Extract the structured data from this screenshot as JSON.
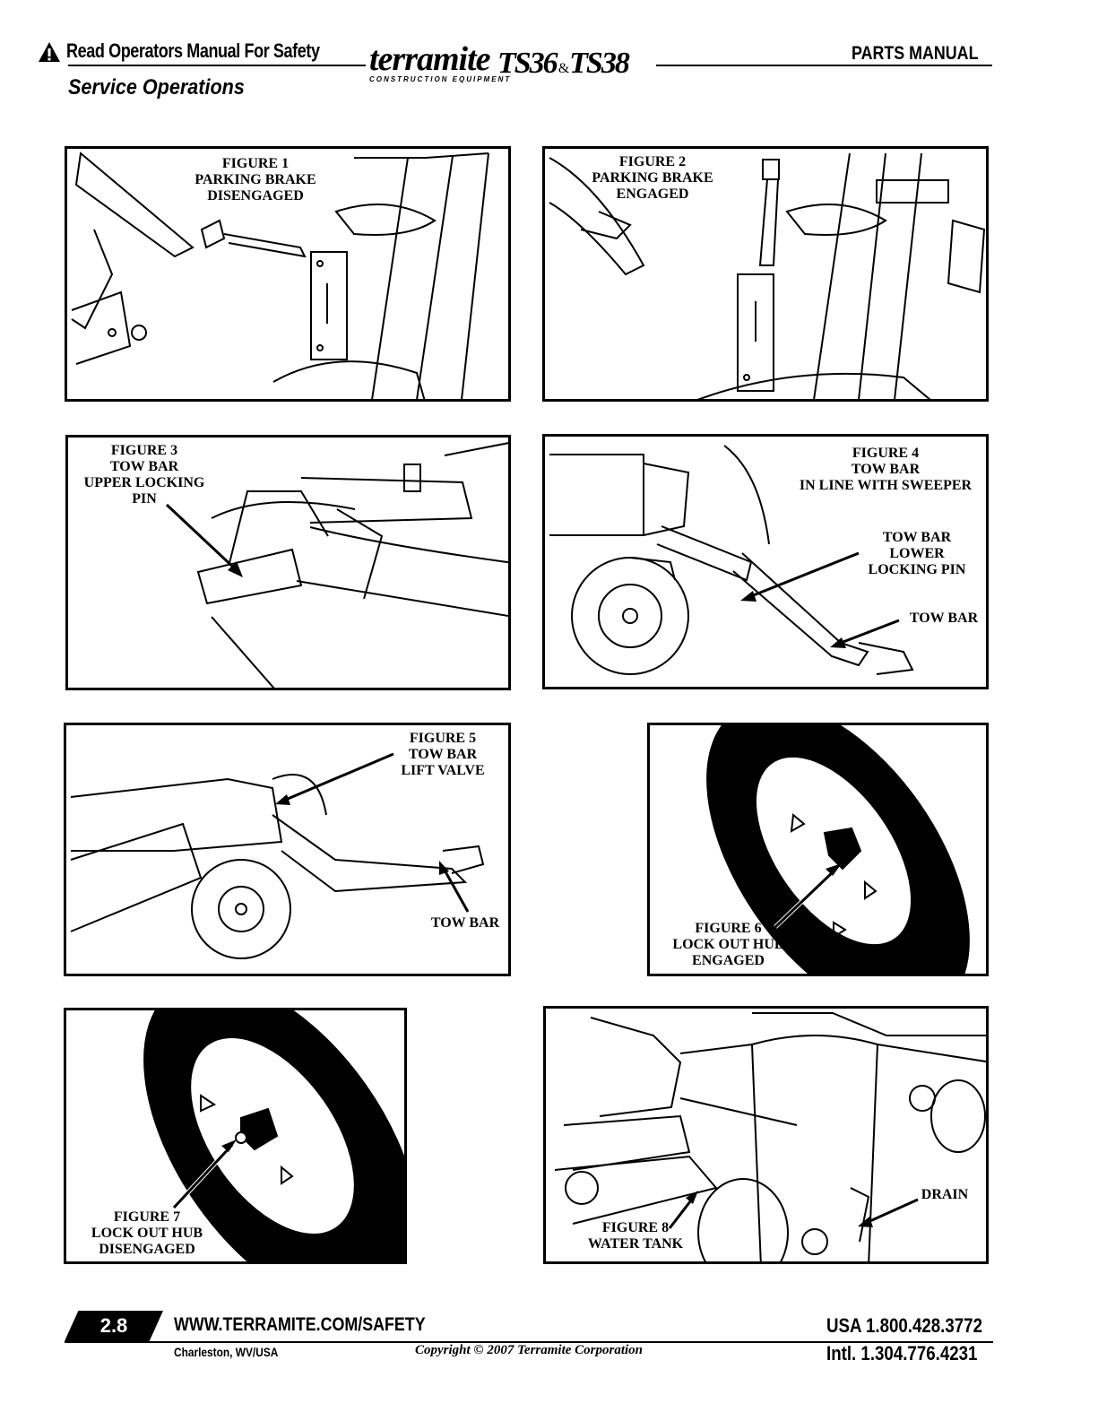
{
  "header": {
    "safety": "Read Operators Manual For Safety",
    "section": "Service Operations",
    "brand": "terramite",
    "brand_sub": "CONSTRUCTION EQUIPMENT",
    "model_a": "TS36",
    "amp": "&",
    "model_b": "TS38",
    "manual": "PARTS MANUAL"
  },
  "figures": [
    {
      "caption": "FIGURE 1\nPARKING BRAKE\nDISENGAGED"
    },
    {
      "caption": "FIGURE 2\nPARKING BRAKE\nENGAGED"
    },
    {
      "caption": "FIGURE 3\nTOW BAR\nUPPER LOCKING\nPIN"
    },
    {
      "caption": "FIGURE 4\nTOW BAR\nIN LINE WITH SWEEPER",
      "labels": [
        "TOW BAR\nLOWER\nLOCKING PIN",
        "TOW BAR"
      ]
    },
    {
      "caption": "FIGURE 5\nTOW BAR\nLIFT VALVE",
      "labels": [
        "TOW BAR"
      ]
    },
    {
      "caption": "FIGURE 6\nLOCK OUT HUB\nENGAGED"
    },
    {
      "caption": "FIGURE 7\nLOCK OUT HUB\nDISENGAGED"
    },
    {
      "caption": "FIGURE 8\nWATER TANK",
      "labels": [
        "DRAIN"
      ]
    }
  ],
  "footer": {
    "page": "2.8",
    "url": "WWW.TERRAMITE.COM/SAFETY",
    "city": "Charleston, WV/USA",
    "copyright": "Copyright © 2007 Terramite Corporation",
    "usa": "USA  1.800.428.3772",
    "intl": "Intl.  1.304.776.4231"
  }
}
